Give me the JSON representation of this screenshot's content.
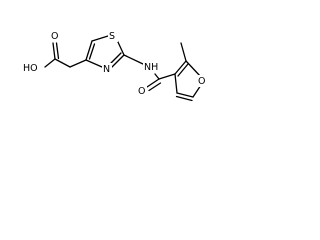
{
  "atoms": {
    "hydroxyl": "HO",
    "carbonyl_oxygen_acid": "O",
    "thiazole_sulfur": "S",
    "thiazole_nitrogen": "N",
    "amide_nh": "NH",
    "amide_oxygen": "O",
    "furan_oxygen": "O"
  },
  "colors": {
    "bond": "#000000",
    "label": "#000000",
    "background": "#ffffff"
  }
}
